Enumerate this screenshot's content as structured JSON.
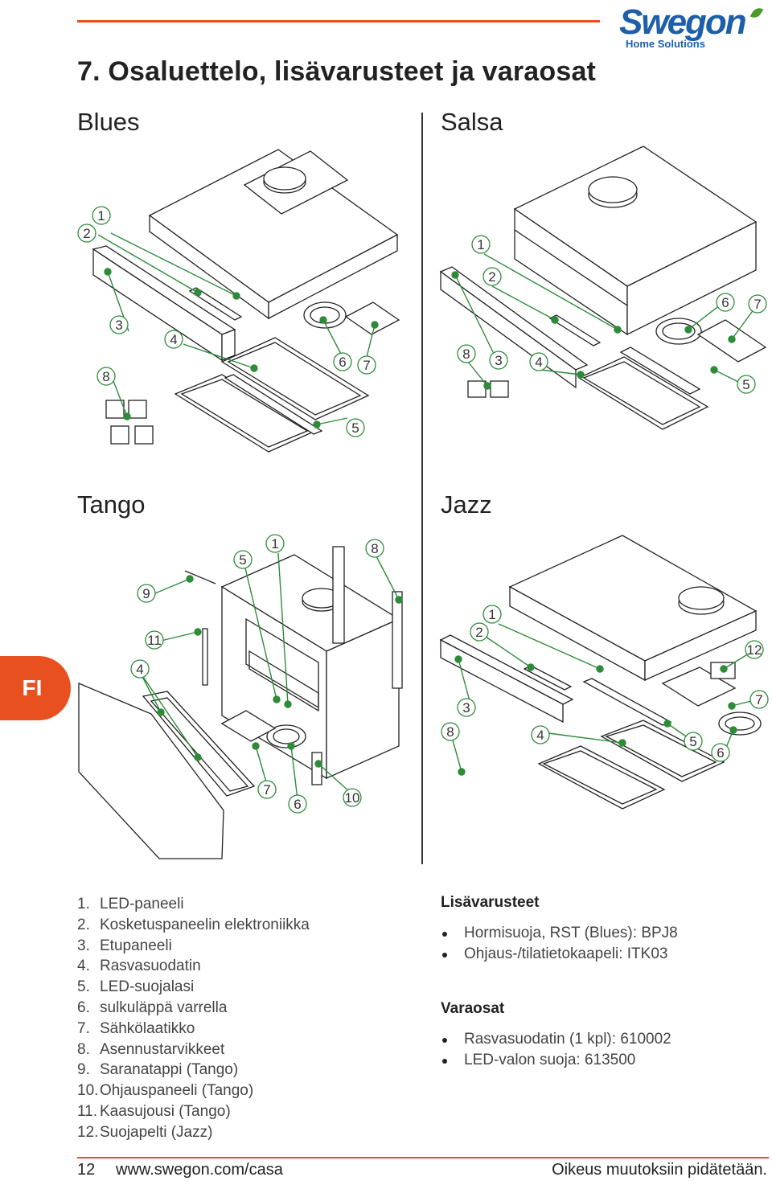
{
  "header": {
    "logo_text": "Swegon",
    "logo_sub": "Home Solutions",
    "title": "7. Osaluettelo, lisävarusteet ja varaosat"
  },
  "sections": {
    "blues": "Blues",
    "salsa": "Salsa",
    "tango": "Tango",
    "jazz": "Jazz"
  },
  "language_tab": "FI",
  "callouts": {
    "blues": [
      "1",
      "2",
      "3",
      "4",
      "5",
      "6",
      "7",
      "8"
    ],
    "salsa": [
      "1",
      "2",
      "3",
      "4",
      "5",
      "6",
      "7",
      "8"
    ],
    "tango": [
      "1",
      "4",
      "5",
      "6",
      "7",
      "8",
      "9",
      "10",
      "11"
    ],
    "jazz": [
      "1",
      "2",
      "3",
      "4",
      "5",
      "6",
      "7",
      "8",
      "12"
    ]
  },
  "parts": [
    {
      "num": "1.",
      "label": "LED-paneeli"
    },
    {
      "num": "2.",
      "label": "Kosketuspaneelin elektroniikka"
    },
    {
      "num": "3.",
      "label": "Etupaneeli"
    },
    {
      "num": "4.",
      "label": "Rasvasuodatin"
    },
    {
      "num": "5.",
      "label": "LED-suojalasi"
    },
    {
      "num": "6.",
      "label": "sulkuläppä varrella"
    },
    {
      "num": "7.",
      "label": "Sähkölaatikko"
    },
    {
      "num": "8.",
      "label": "Asennustarvikkeet"
    },
    {
      "num": "9.",
      "label": "Saranatappi (Tango)"
    },
    {
      "num": "10.",
      "label": "Ohjauspaneeli (Tango)"
    },
    {
      "num": "11.",
      "label": "Kaasujousi (Tango)"
    },
    {
      "num": "12.",
      "label": "Suojapelti (Jazz)"
    }
  ],
  "accessories": {
    "heading": "Lisävarusteet",
    "items": [
      "Hormisuoja, RST (Blues): BPJ8",
      "Ohjaus-/tilatietokaapeli: ITK03"
    ]
  },
  "spare_parts": {
    "heading": "Varaosat",
    "items": [
      "Rasvasuodatin (1 kpl): 610002",
      "LED-valon suoja: 613500"
    ]
  },
  "footer": {
    "page_number": "12",
    "url": "www.swegon.com/casa",
    "note": "Oikeus muutoksiin pidätetään."
  },
  "colors": {
    "accent": "#e8501f",
    "brand_blue": "#1d5fa8",
    "callout_green": "#2e8b3a"
  }
}
